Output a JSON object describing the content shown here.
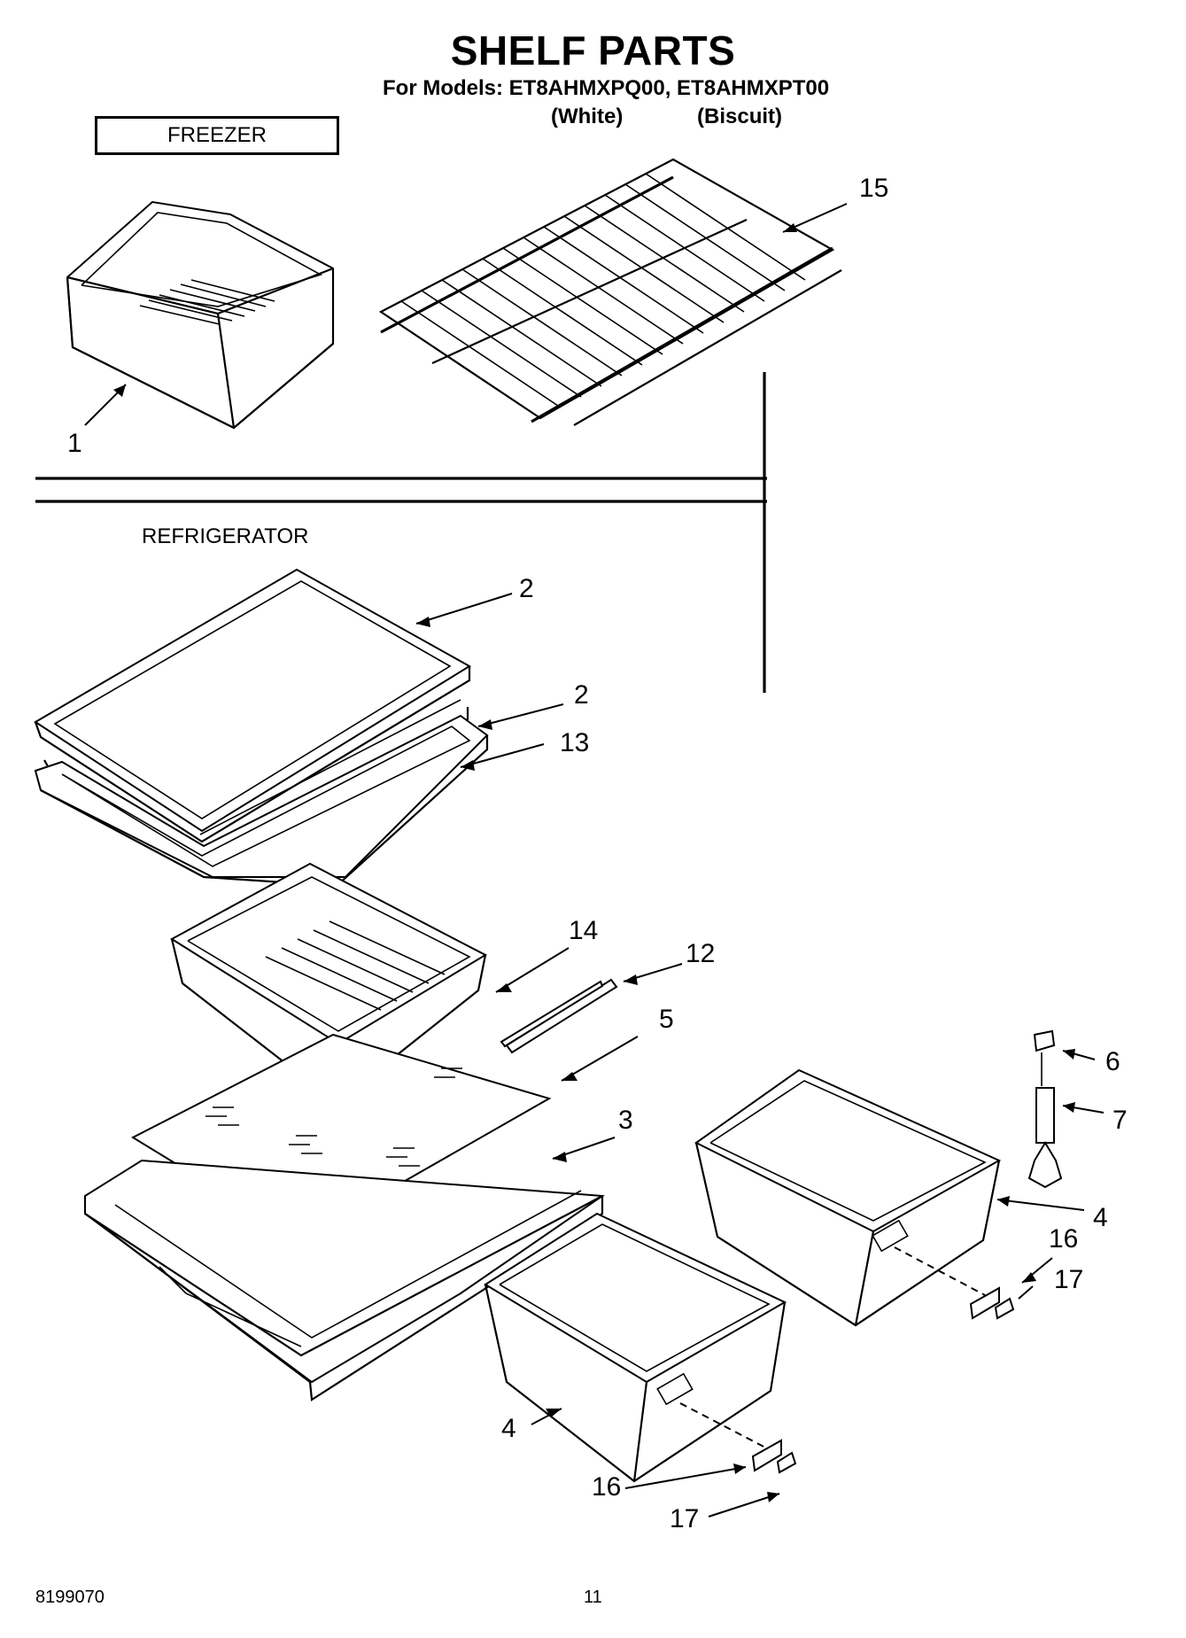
{
  "title": "SHELF PARTS",
  "models_line": "For Models: ET8AHMXPQ00, ET8AHMXPT00",
  "variants": [
    "(White)",
    "(Biscuit)"
  ],
  "sections": {
    "freezer": "FREEZER",
    "refrigerator": "REFRIGERATOR"
  },
  "callouts": {
    "c1": "1",
    "c15": "15",
    "c2a": "2",
    "c2b": "2",
    "c13": "13",
    "c14": "14",
    "c12": "12",
    "c5": "5",
    "c3": "3",
    "c6": "6",
    "c7": "7",
    "c4a": "4",
    "c16a": "16",
    "c17a": "17",
    "c4b": "4",
    "c16b": "16",
    "c17b": "17"
  },
  "footer": {
    "doc_number": "8199070",
    "page_number": "11"
  }
}
